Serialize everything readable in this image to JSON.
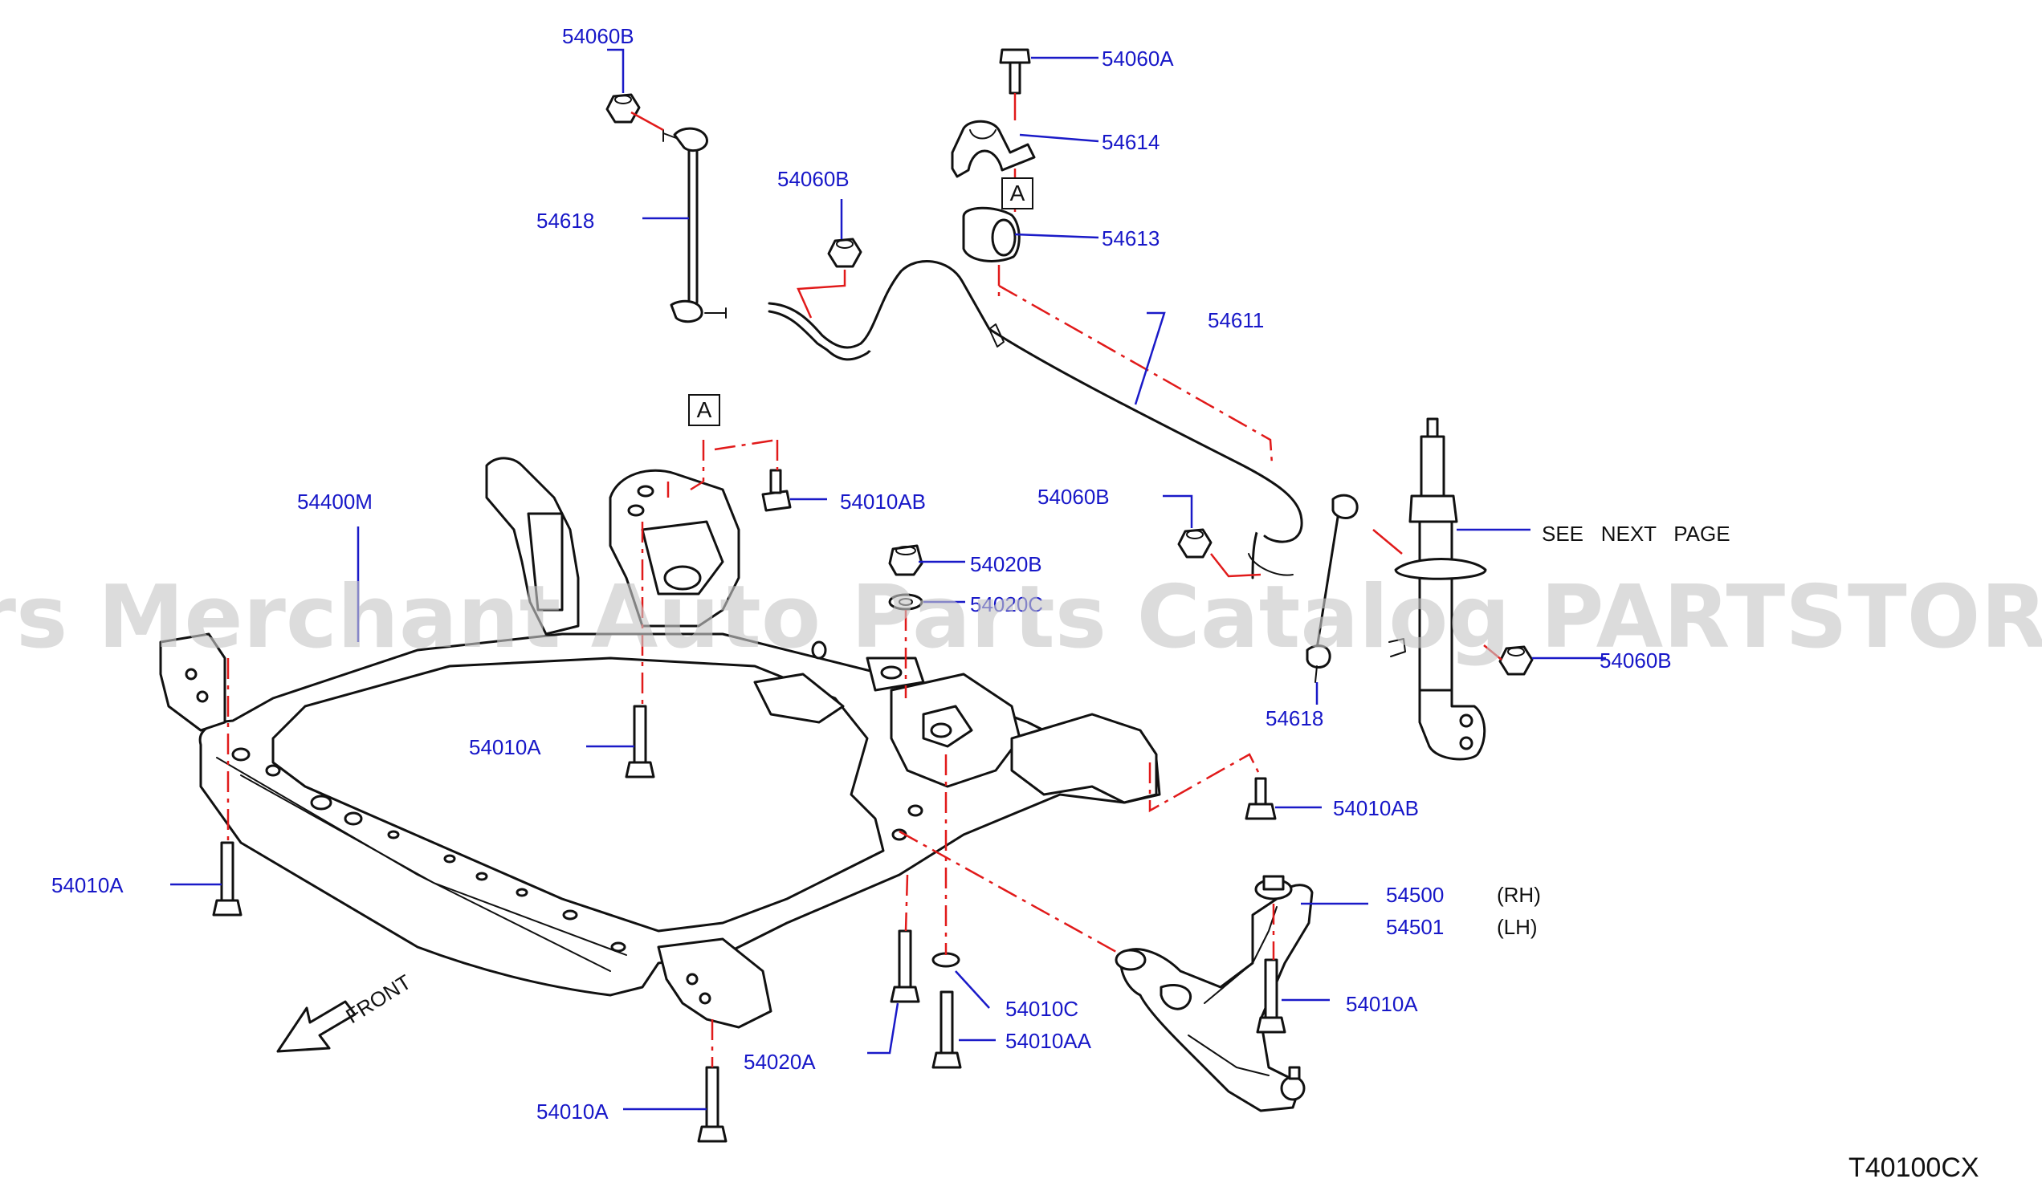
{
  "diagram": {
    "code": "T40100CX",
    "watermark": "Offers Merchant Auto Parts Catalog PARTSTORE.SA",
    "front_label": "FRONT",
    "ref_box_label": "A",
    "see_next_page": "SEE   NEXT   PAGE",
    "side_rh": "(RH)",
    "side_lh": "(LH)",
    "colors": {
      "label": "#1717c8",
      "leader_red": "#e11a1a",
      "line": "#111111"
    }
  },
  "callouts": [
    "54060B",
    "54060A",
    "54614",
    "54618",
    "54060B",
    "54613",
    "54611",
    "54400M",
    "54010AB",
    "54060B",
    "54020B",
    "54020C",
    "54060B",
    "54618",
    "54010A",
    "54010AB",
    "54010A",
    "54500",
    "54501",
    "54010C",
    "54010A",
    "54020A",
    "54010AA",
    "54010A"
  ]
}
